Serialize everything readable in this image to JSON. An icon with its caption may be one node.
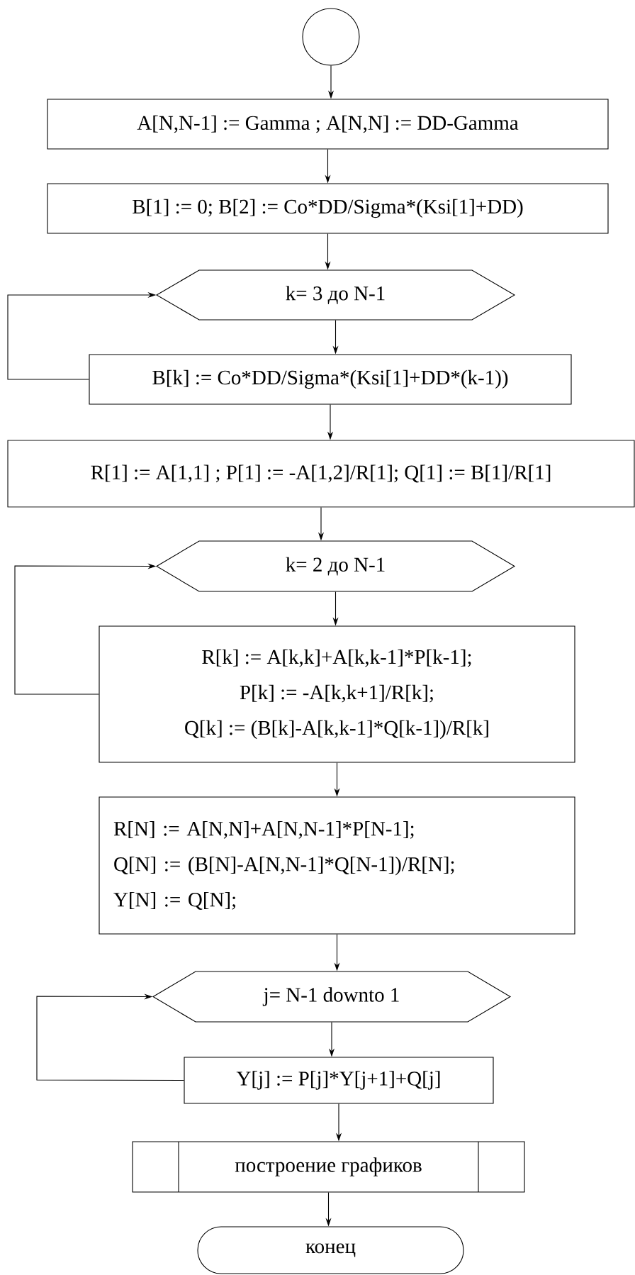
{
  "diagram": {
    "nodes": [
      {
        "text": [],
        "shape": "circle"
      },
      {
        "text": [
          "A[N,N-1] := Gamma ; A[N,N] := DD-Gamma"
        ]
      },
      {
        "text": [
          "B[1] := 0;  B[2] := Co*DD/Sigma*(Ksi[1]+DD)"
        ]
      },
      {
        "text": [
          "k= 3 до N-1"
        ]
      },
      {
        "text": [
          "B[k] := Co*DD/Sigma*(Ksi[1]+DD*(k-1))"
        ]
      },
      {
        "text": [
          "R[1] := A[1,1] ; P[1] := -A[1,2]/R[1]; Q[1] := B[1]/R[1]"
        ]
      },
      {
        "text": [
          "k= 2 до N-1"
        ]
      },
      {
        "text": [
          "R[k] := A[k,k]+A[k,k-1]*P[k-1];",
          "P[k] := -A[k,k+1]/R[k];",
          "Q[k] := (B[k]-A[k,k-1]*Q[k-1])/R[k]"
        ]
      },
      {
        "text": [
          "R[N] := A[N,N]+A[N,N-1]*P[N-1];",
          "Q[N] := (B[N]-A[N,N-1]*Q[N-1])/R[N];",
          "Y[N] := Q[N];"
        ]
      },
      {
        "text": [
          "j= N-1 downto 1"
        ]
      },
      {
        "text": [
          "Y[j] := P[j]*Y[j+1]+Q[j]"
        ]
      },
      {
        "text": [
          "построение графиков"
        ]
      },
      {
        "text": [
          "конец"
        ]
      }
    ],
    "edges": [
      {
        "from": 0,
        "to": 1,
        "arrow": "to"
      },
      {
        "from": 1,
        "to": 2,
        "arrow": "to"
      },
      {
        "from": 2,
        "to": 3,
        "arrow": "to"
      },
      {
        "from": 3,
        "to": 4,
        "arrow": "to"
      },
      {
        "from": 4,
        "to": 3,
        "arrow": "to"
      },
      {
        "from": 4,
        "to": 5,
        "arrow": "to"
      },
      {
        "from": 5,
        "to": 6,
        "arrow": "to"
      },
      {
        "from": 6,
        "to": 7,
        "arrow": "to"
      },
      {
        "from": 7,
        "to": 6,
        "arrow": "to"
      },
      {
        "from": 7,
        "to": 8,
        "arrow": "to"
      },
      {
        "from": 8,
        "to": 9,
        "arrow": "to"
      },
      {
        "from": 9,
        "to": 10,
        "arrow": "to"
      },
      {
        "from": 10,
        "to": 9,
        "arrow": "to"
      },
      {
        "from": 10,
        "to": 11,
        "arrow": "to"
      },
      {
        "from": 11,
        "to": 12,
        "arrow": "to"
      }
    ]
  }
}
